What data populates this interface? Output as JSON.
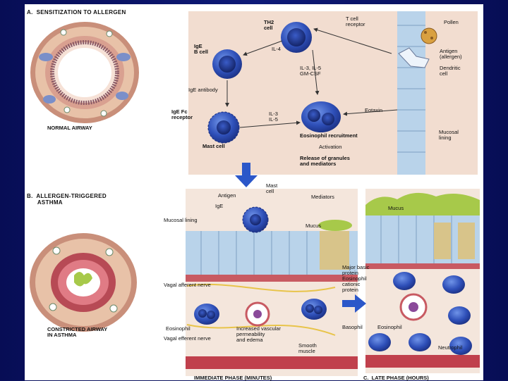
{
  "section_a": {
    "title": "A.  SENSITIZATION TO ALLERGEN",
    "airway_caption": "NORMAL AIRWAY",
    "labels": {
      "th2": "TH2\ncell",
      "t_cell_receptor": "T cell\nreceptor",
      "pollen": "Pollen",
      "ige_b_cell": "IgE\nB cell",
      "il4": "IL-4",
      "antigen": "Antigen\n(allergen)",
      "dendritic": "Dendritic\ncell",
      "il3_il5_gm": "IL-3, IL-5\nGM-CSF",
      "ige_antibody": "IgE antibody",
      "ige_fc_receptor": "IgE Fc\nreceptor",
      "il3_il5": "IL-3\nIL-5",
      "eotaxin": "Eotaxin",
      "mucosal_lining": "Mucosal\nlining",
      "eos_recruitment": "Eosinophil recruitment",
      "mast_cell": "Mast cell",
      "activation": "Activation",
      "release": "Release of granules\nand mediators"
    }
  },
  "section_b": {
    "title": "B.  ALLERGEN-TRIGGERED\n      ASTHMA",
    "airway_caption": "CONSTRICTED AIRWAY\nIN ASTHMA",
    "footer": "IMMEDIATE PHASE (MINUTES)",
    "labels": {
      "mast_cell": "Mast\ncell",
      "antigen": "Antigen",
      "mediators": "Mediators",
      "ige": "IgE",
      "mucosal_lining": "Mucosal lining",
      "mucus": "Mucus",
      "vagal_afferent": "Vagal afferent nerve",
      "eosinophil": "Eosinophil",
      "vascular": "Increased vascular\npermeability\nand edema",
      "vagal_efferent": "Vagal efferent nerve",
      "smooth_muscle": "Smooth\nmuscle"
    }
  },
  "section_c": {
    "footer": "C.  LATE PHASE (HOURS)",
    "labels": {
      "mucus": "Mucus",
      "mbp": "Major basic\nprotein\nEosinophil\ncationic\nprotein",
      "basophil": "Basophil",
      "eosinophil": "Eosinophil",
      "neutrophil": "Neutrophil"
    }
  },
  "colors": {
    "background": "#0b1260",
    "panel": "#f2ddd0",
    "cell_blue": "#2e4fb8",
    "epithelium": "#b9d3ea",
    "mucus": "#a7c94a",
    "arrow": "#2b57c9"
  }
}
